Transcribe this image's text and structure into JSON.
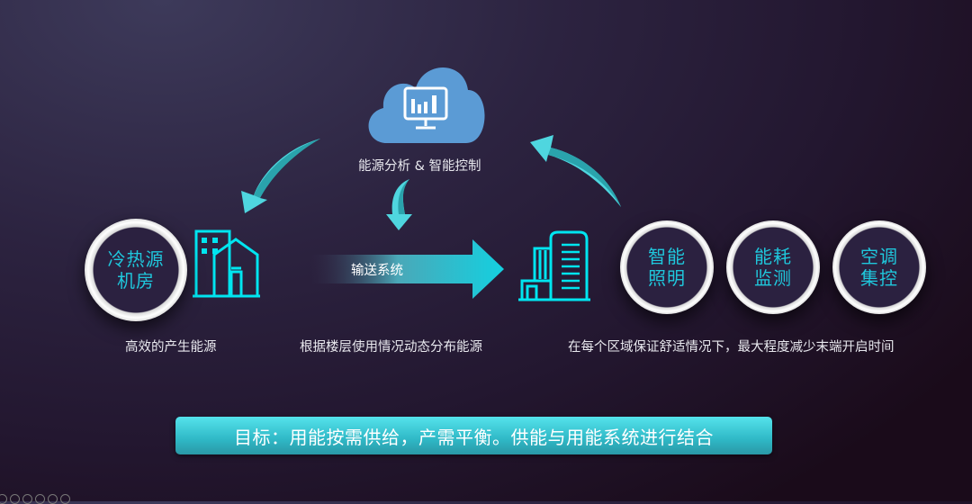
{
  "cloud": {
    "label": "能源分析 & 智能控制",
    "icon": "cloud-monitor-chart-icon"
  },
  "left": {
    "circle_lines": [
      "冷热源",
      "机房"
    ],
    "caption": "高效的产生能源"
  },
  "transport": {
    "label": "输送系统",
    "caption": "根据楼层使用情况动态分布能源"
  },
  "right": {
    "circles": [
      {
        "lines": [
          "智能",
          "照明"
        ]
      },
      {
        "lines": [
          "能耗",
          "监测"
        ]
      },
      {
        "lines": [
          "空调",
          "集控"
        ]
      }
    ],
    "caption": "在每个区域保证舒适情况下，最大程度减少末端开启时间"
  },
  "goal": {
    "text": "目标：用能按需供给，产需平衡。供能与用能系统进行结合"
  },
  "colors": {
    "accent": "#1fc7dc",
    "arrow": "#4fd6df",
    "cloud": "#5b9bd5",
    "icon": "#00e5f0"
  }
}
